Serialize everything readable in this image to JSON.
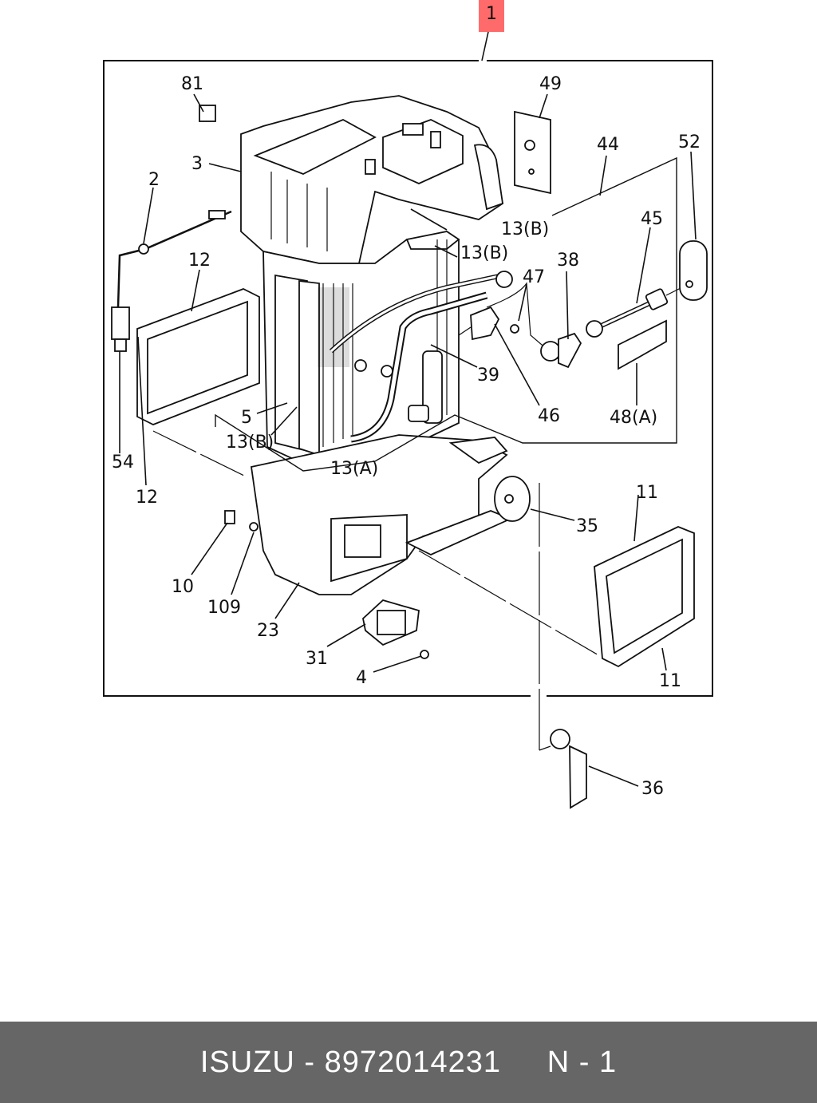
{
  "callouts": {
    "c1": "1",
    "c81": "81",
    "c49": "49",
    "c3": "3",
    "c2": "2",
    "c44": "44",
    "c52": "52",
    "c45": "45",
    "c13b_top": "13(B)",
    "c13b_mid": "13(B)",
    "c12_top": "12",
    "c38": "38",
    "c47": "47",
    "c39": "39",
    "c46": "46",
    "c48a": "48(A)",
    "c5": "5",
    "c13b_low": "13(B)",
    "c54": "54",
    "c13a": "13(A)",
    "c12_bot": "12",
    "c11_top": "11",
    "c35": "35",
    "c10": "10",
    "c109": "109",
    "c23": "23",
    "c31": "31",
    "c4": "4",
    "c11_bot": "11",
    "c36": "36"
  },
  "footer": {
    "brand": "ISUZU",
    "separator": " - ",
    "part_number": "8972014231",
    "gap": "     ",
    "page": "N - 1"
  },
  "colors": {
    "highlight": "#ff6b6b",
    "footer_bg": "#666666",
    "footer_text": "#ffffff",
    "line": "#111111"
  }
}
